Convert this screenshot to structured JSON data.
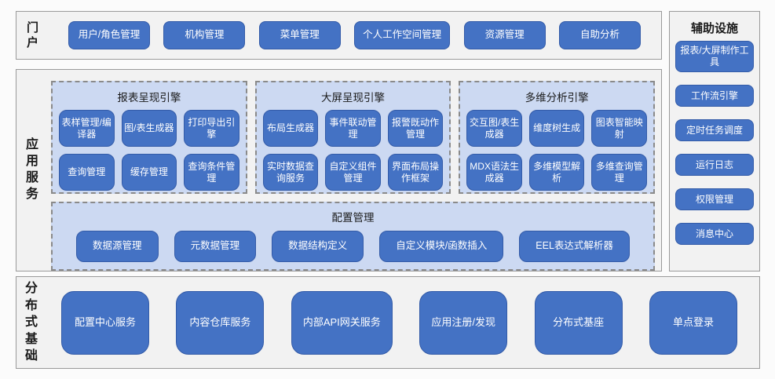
{
  "colors": {
    "button_blue": "#4472c4",
    "panel_light_blue": "#ccd9f2",
    "section_gray": "#f2f2f2"
  },
  "portal": {
    "label": "门户",
    "items": [
      "用户/角色管理",
      "机构管理",
      "菜单管理",
      "个人工作空间管理",
      "资源管理",
      "自助分析"
    ]
  },
  "app_services": {
    "label": "应用服务",
    "engines": [
      {
        "title": "报表呈现引擎",
        "items": [
          "表样管理/编译器",
          "图/表生成器",
          "打印导出引擎",
          "查询管理",
          "缓存管理",
          "查询条件管理"
        ]
      },
      {
        "title": "大屏呈现引擎",
        "items": [
          "布局生成器",
          "事件联动管理",
          "报警既动作管理",
          "实时数据查询服务",
          "自定义组件管理",
          "界面布局操作框架"
        ]
      },
      {
        "title": "多维分析引擎",
        "items": [
          "交互图/表生成器",
          "维度树生成",
          "图表智能映射",
          "MDX语法生成器",
          "多维模型解析",
          "多维查询管理"
        ]
      }
    ],
    "config": {
      "title": "配置管理",
      "items": [
        "数据源管理",
        "元数据管理",
        "数据结构定义",
        "自定义模块/函数插入",
        "EEL表达式解析器"
      ]
    }
  },
  "aux": {
    "title": "辅助设施",
    "items": [
      "报表/大屏制作工具",
      "工作流引擎",
      "定时任务调度",
      "运行日志",
      "权限管理",
      "消息中心"
    ]
  },
  "distributed": {
    "label": "分布式基础",
    "items": [
      "配置中心服务",
      "内容仓库服务",
      "内部API网关服务",
      "应用注册/发现",
      "分布式基座",
      "单点登录"
    ]
  }
}
